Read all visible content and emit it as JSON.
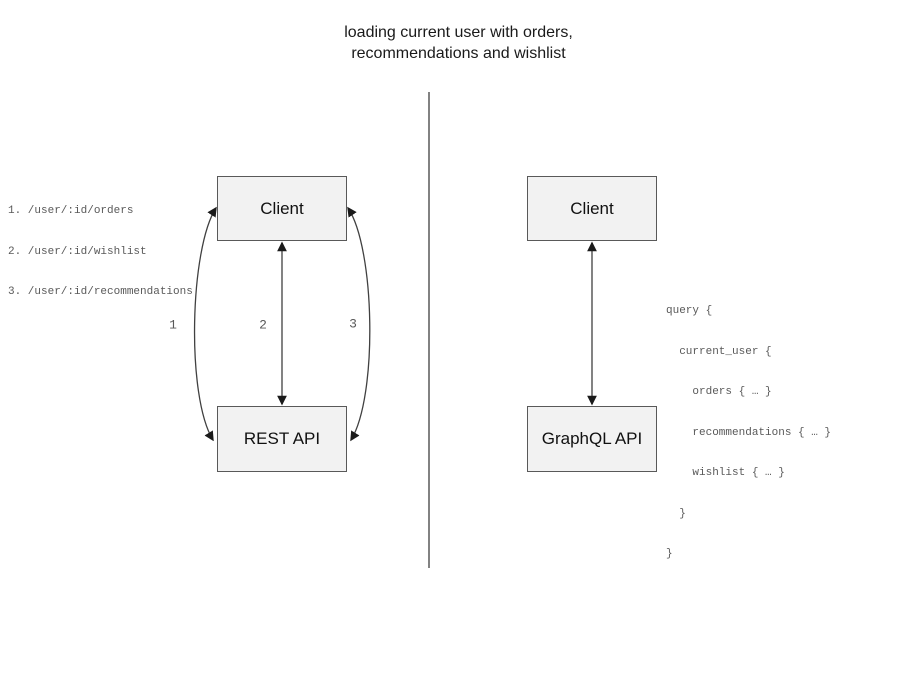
{
  "title": {
    "line1": "loading current user with orders,",
    "line2": "recommendations and wishlist"
  },
  "rest_panel": {
    "endpoints": [
      "1. /user/:id/orders",
      "2. /user/:id/wishlist",
      "3. /user/:id/recommendations"
    ],
    "client_label": "Client",
    "api_label": "REST API",
    "arrow_labels": [
      "1",
      "2",
      "3"
    ]
  },
  "graphql_panel": {
    "client_label": "Client",
    "api_label": "GraphQL API",
    "query_lines": [
      "query {",
      "  current_user {",
      "    orders { … }",
      "    recommendations { … }",
      "    wishlist { … }",
      "  }",
      "}"
    ]
  },
  "colors": {
    "box_fill": "#f2f2f2",
    "box_border": "#595959",
    "arrow_stroke": "#404040",
    "arrowhead": "#1a1a1a",
    "mono_text": "#595959",
    "title_text": "#1a1a1a",
    "divider": "#595959"
  }
}
